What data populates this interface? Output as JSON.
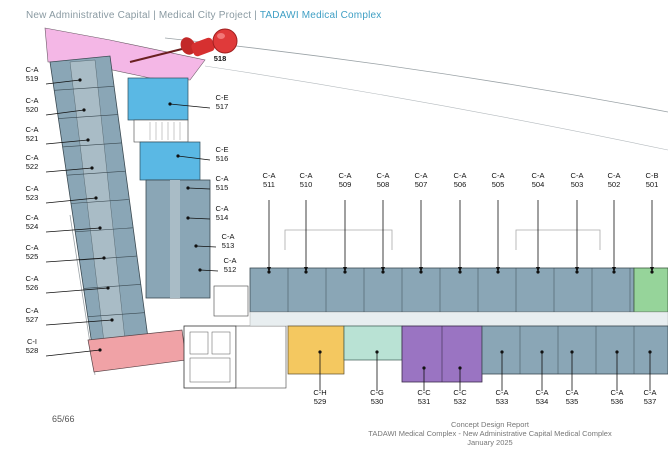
{
  "header": {
    "prefix": "New Administrative Capital | Medical City Project | ",
    "accent": "TADAWI Medical Complex"
  },
  "pin_number": "518",
  "page_number": "65/66",
  "footer": {
    "line1": "Concept Design Report",
    "line2": "TADAWI Medical Complex - New Administrative Capital Medical Complex",
    "line3": "January 2025"
  },
  "colors": {
    "ca_room": "#7fa0b2",
    "ce_room": "#5ab8e4",
    "cb_room": "#96d49a",
    "ci_room": "#f0a2a6",
    "pink_zone": "#f4b7e6",
    "ch_room": "#f4c860",
    "cg_room": "#b9e2d4",
    "cc_room": "#9a74c2",
    "pin": "#d63030"
  },
  "rooms": [
    {
      "type": "C-A",
      "num": "519"
    },
    {
      "type": "C-A",
      "num": "520"
    },
    {
      "type": "C-A",
      "num": "521"
    },
    {
      "type": "C-A",
      "num": "522"
    },
    {
      "type": "C-A",
      "num": "523"
    },
    {
      "type": "C-A",
      "num": "524"
    },
    {
      "type": "C-A",
      "num": "525"
    },
    {
      "type": "C-A",
      "num": "526"
    },
    {
      "type": "C-A",
      "num": "527"
    },
    {
      "type": "C-I",
      "num": "528"
    },
    {
      "type": "C-E",
      "num": "517"
    },
    {
      "type": "C-E",
      "num": "516"
    },
    {
      "type": "C-A",
      "num": "515"
    },
    {
      "type": "C-A",
      "num": "514"
    },
    {
      "type": "C-A",
      "num": "513"
    },
    {
      "type": "C-A",
      "num": "512"
    },
    {
      "type": "C-A",
      "num": "511"
    },
    {
      "type": "C-A",
      "num": "510"
    },
    {
      "type": "C-A",
      "num": "509"
    },
    {
      "type": "C-A",
      "num": "508"
    },
    {
      "type": "C-A",
      "num": "507"
    },
    {
      "type": "C-A",
      "num": "506"
    },
    {
      "type": "C-A",
      "num": "505"
    },
    {
      "type": "C-A",
      "num": "504"
    },
    {
      "type": "C-A",
      "num": "503"
    },
    {
      "type": "C-A",
      "num": "502"
    },
    {
      "type": "C-B",
      "num": "501"
    },
    {
      "type": "C-H",
      "num": "529"
    },
    {
      "type": "C-G",
      "num": "530"
    },
    {
      "type": "C-C",
      "num": "531"
    },
    {
      "type": "C-C",
      "num": "532"
    },
    {
      "type": "C-A",
      "num": "533"
    },
    {
      "type": "C-A",
      "num": "534"
    },
    {
      "type": "C-A",
      "num": "535"
    },
    {
      "type": "C-A",
      "num": "536"
    },
    {
      "type": "C-A",
      "num": "537"
    }
  ]
}
